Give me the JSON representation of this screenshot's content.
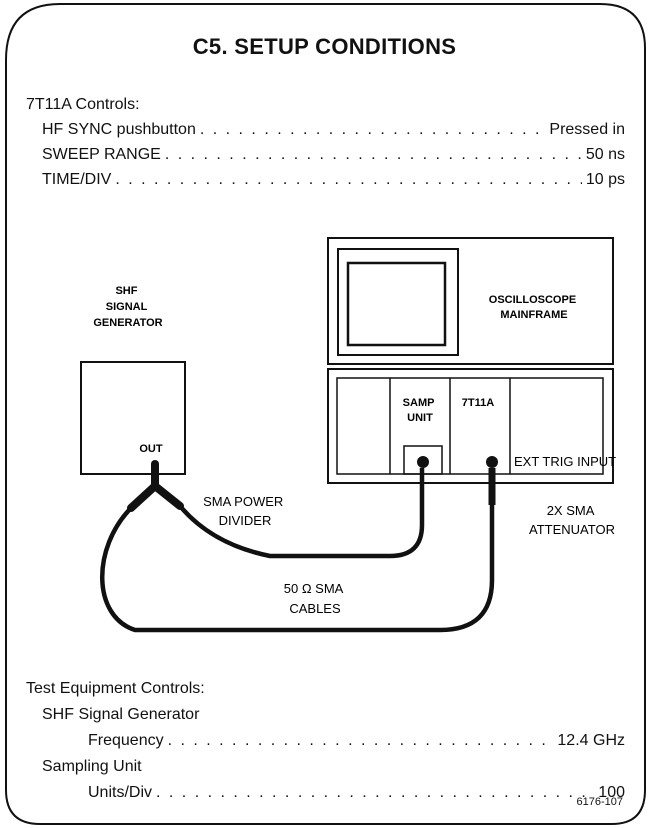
{
  "title": "C5. SETUP CONDITIONS",
  "controls_7t11a": {
    "heading": "7T11A Controls:",
    "rows": [
      {
        "label": "HF SYNC pushbutton",
        "value": "Pressed in"
      },
      {
        "label": "SWEEP RANGE",
        "value": "50 ns"
      },
      {
        "label": "TIME/DIV",
        "value": "10 ps"
      }
    ]
  },
  "diagram": {
    "signal_generator": [
      "SHF",
      "SIGNAL",
      "GENERATOR"
    ],
    "out_label": "OUT",
    "mainframe": [
      "OSCILLOSCOPE",
      "MAINFRAME"
    ],
    "samp_unit": [
      "SAMP",
      "UNIT"
    ],
    "plugin": "7T11A",
    "ext_trig": "EXT TRIG INPUT",
    "power_divider": [
      "SMA POWER",
      "DIVIDER"
    ],
    "attenuator": [
      "2X SMA",
      "ATTENUATOR"
    ],
    "cables": [
      "50 Ω SMA",
      "CABLES"
    ]
  },
  "test_equipment": {
    "heading": "Test Equipment Controls:",
    "generator_heading": "SHF Signal Generator",
    "frequency": {
      "label": "Frequency",
      "value": "12.4 GHz"
    },
    "sampling_heading": "Sampling Unit",
    "units_div": {
      "label": "Units/Div",
      "value": "100"
    }
  },
  "figure_code": "6176-107"
}
